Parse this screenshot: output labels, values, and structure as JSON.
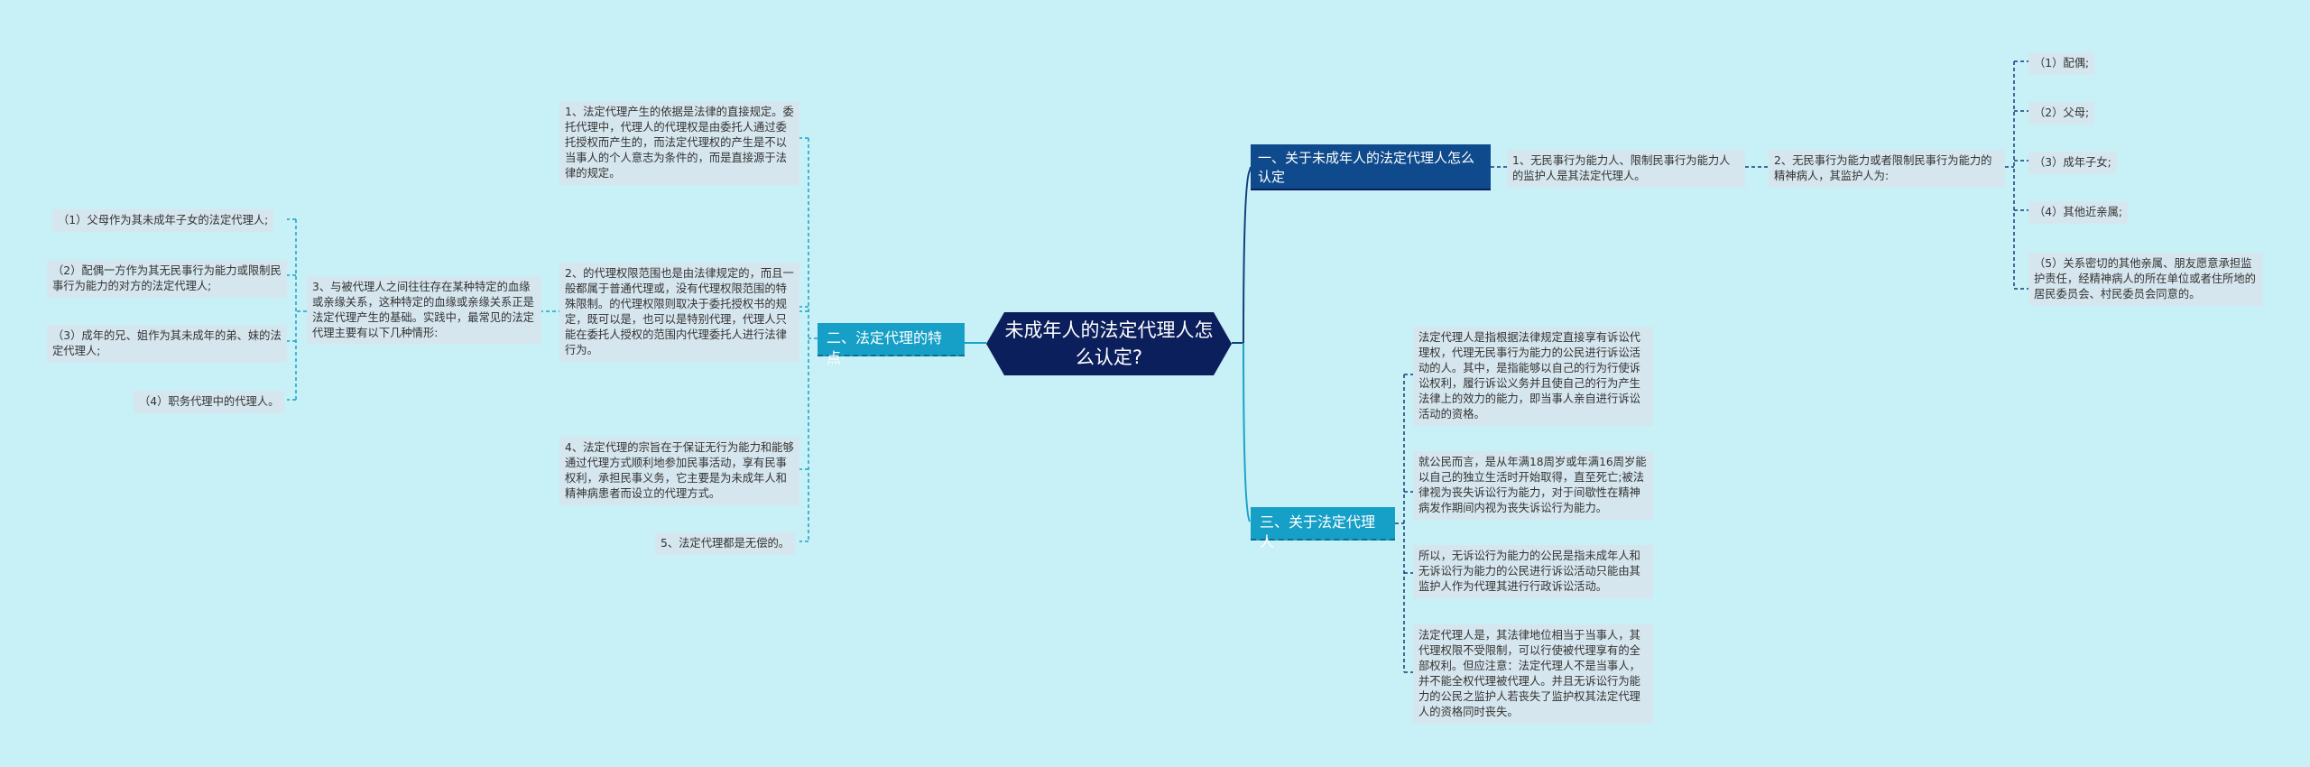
{
  "root": {
    "title": "未成年人的法定代理人怎么认定?"
  },
  "branch1": {
    "title": "一、关于未成年人的法定代理人怎么认定",
    "child": "1、无民事行为能力人、限制民事行为能力人的监护人是其法定代理人。",
    "sub": "2、无民事行为能力或者限制民事行为能力的精神病人，其监护人为:",
    "items": [
      "（1）配偶;",
      "（2）父母;",
      "（3）成年子女;",
      "（4）其他近亲属;",
      "（5）关系密切的其他亲属、朋友愿意承担监护责任，经精神病人的所在单位或者住所地的居民委员会、村民委员会同意的。"
    ]
  },
  "branch2": {
    "title": "二、法定代理的特点",
    "items": [
      "1、法定代理产生的依据是法律的直接规定。委托代理中，代理人的代理权是由委托人通过委托授权而产生的，而法定代理权的产生是不以当事人的个人意志为条件的，而是直接源于法律的规定。",
      "2、的代理权限范围也是由法律规定的，而且一般都属于普通代理或，没有代理权限范围的特殊限制。的代理权限则取决于委托授权书的规定，既可以是，也可以是特别代理，代理人只能在委托人授权的范围内代理委托人进行法律行为。",
      "3、与被代理人之间往往存在某种特定的血缘或亲缘关系，这种特定的血缘或亲缘关系正是法定代理产生的基础。实践中，最常见的法定代理主要有以下几种情形:",
      "4、法定代理的宗旨在于保证无行为能力和能够通过代理方式顺利地参加民事活动，享有民事权利，承担民事义务，它主要是为未成年人和精神病患者而设立的代理方式。",
      "5、法定代理都是无偿的。"
    ],
    "sub_items": [
      "（1）父母作为其未成年子女的法定代理人;",
      "（2）配偶一方作为其无民事行为能力或限制民事行为能力的对方的法定代理人;",
      "（3）成年的兄、姐作为其未成年的弟、妹的法定代理人;",
      "（4）职务代理中的代理人。"
    ]
  },
  "branch3": {
    "title": "三、关于法定代理人",
    "items": [
      "法定代理人是指根据法律规定直接享有诉讼代理权，代理无民事行为能力的公民进行诉讼活动的人。其中，是指能够以自己的行为行使诉讼权利，履行诉讼义务并且使自己的行为产生法律上的效力的能力，即当事人亲自进行诉讼活动的资格。",
      "就公民而言，是从年满18周岁或年满16周岁能以自己的独立生活时开始取得，直至死亡;被法律视为丧失诉讼行为能力，对于间歇性在精神病发作期间内视为丧失诉讼行为能力。",
      "所以，无诉讼行为能力的公民是指未成年人和无诉讼行为能力的公民进行诉讼活动只能由其监护人作为代理其进行行政诉讼活动。",
      "法定代理人是，其法律地位相当于当事人，其代理权限不受限制，可以行使被代理享有的全部权利。但应注意：法定代理人不是当事人，并不能全权代理被代理人。并且无诉讼行为能力的公民之监护人若丧失了监护权其法定代理人的资格同时丧失。"
    ]
  },
  "colors": {
    "background": "#c8f0f7",
    "root": "#0b1f5c",
    "branch_dark": "#0e4a8c",
    "branch_teal": "#17a0c7",
    "leaf": "#d6e6ee",
    "line_dark": "#123f7a",
    "line_teal": "#1aa3c7"
  }
}
